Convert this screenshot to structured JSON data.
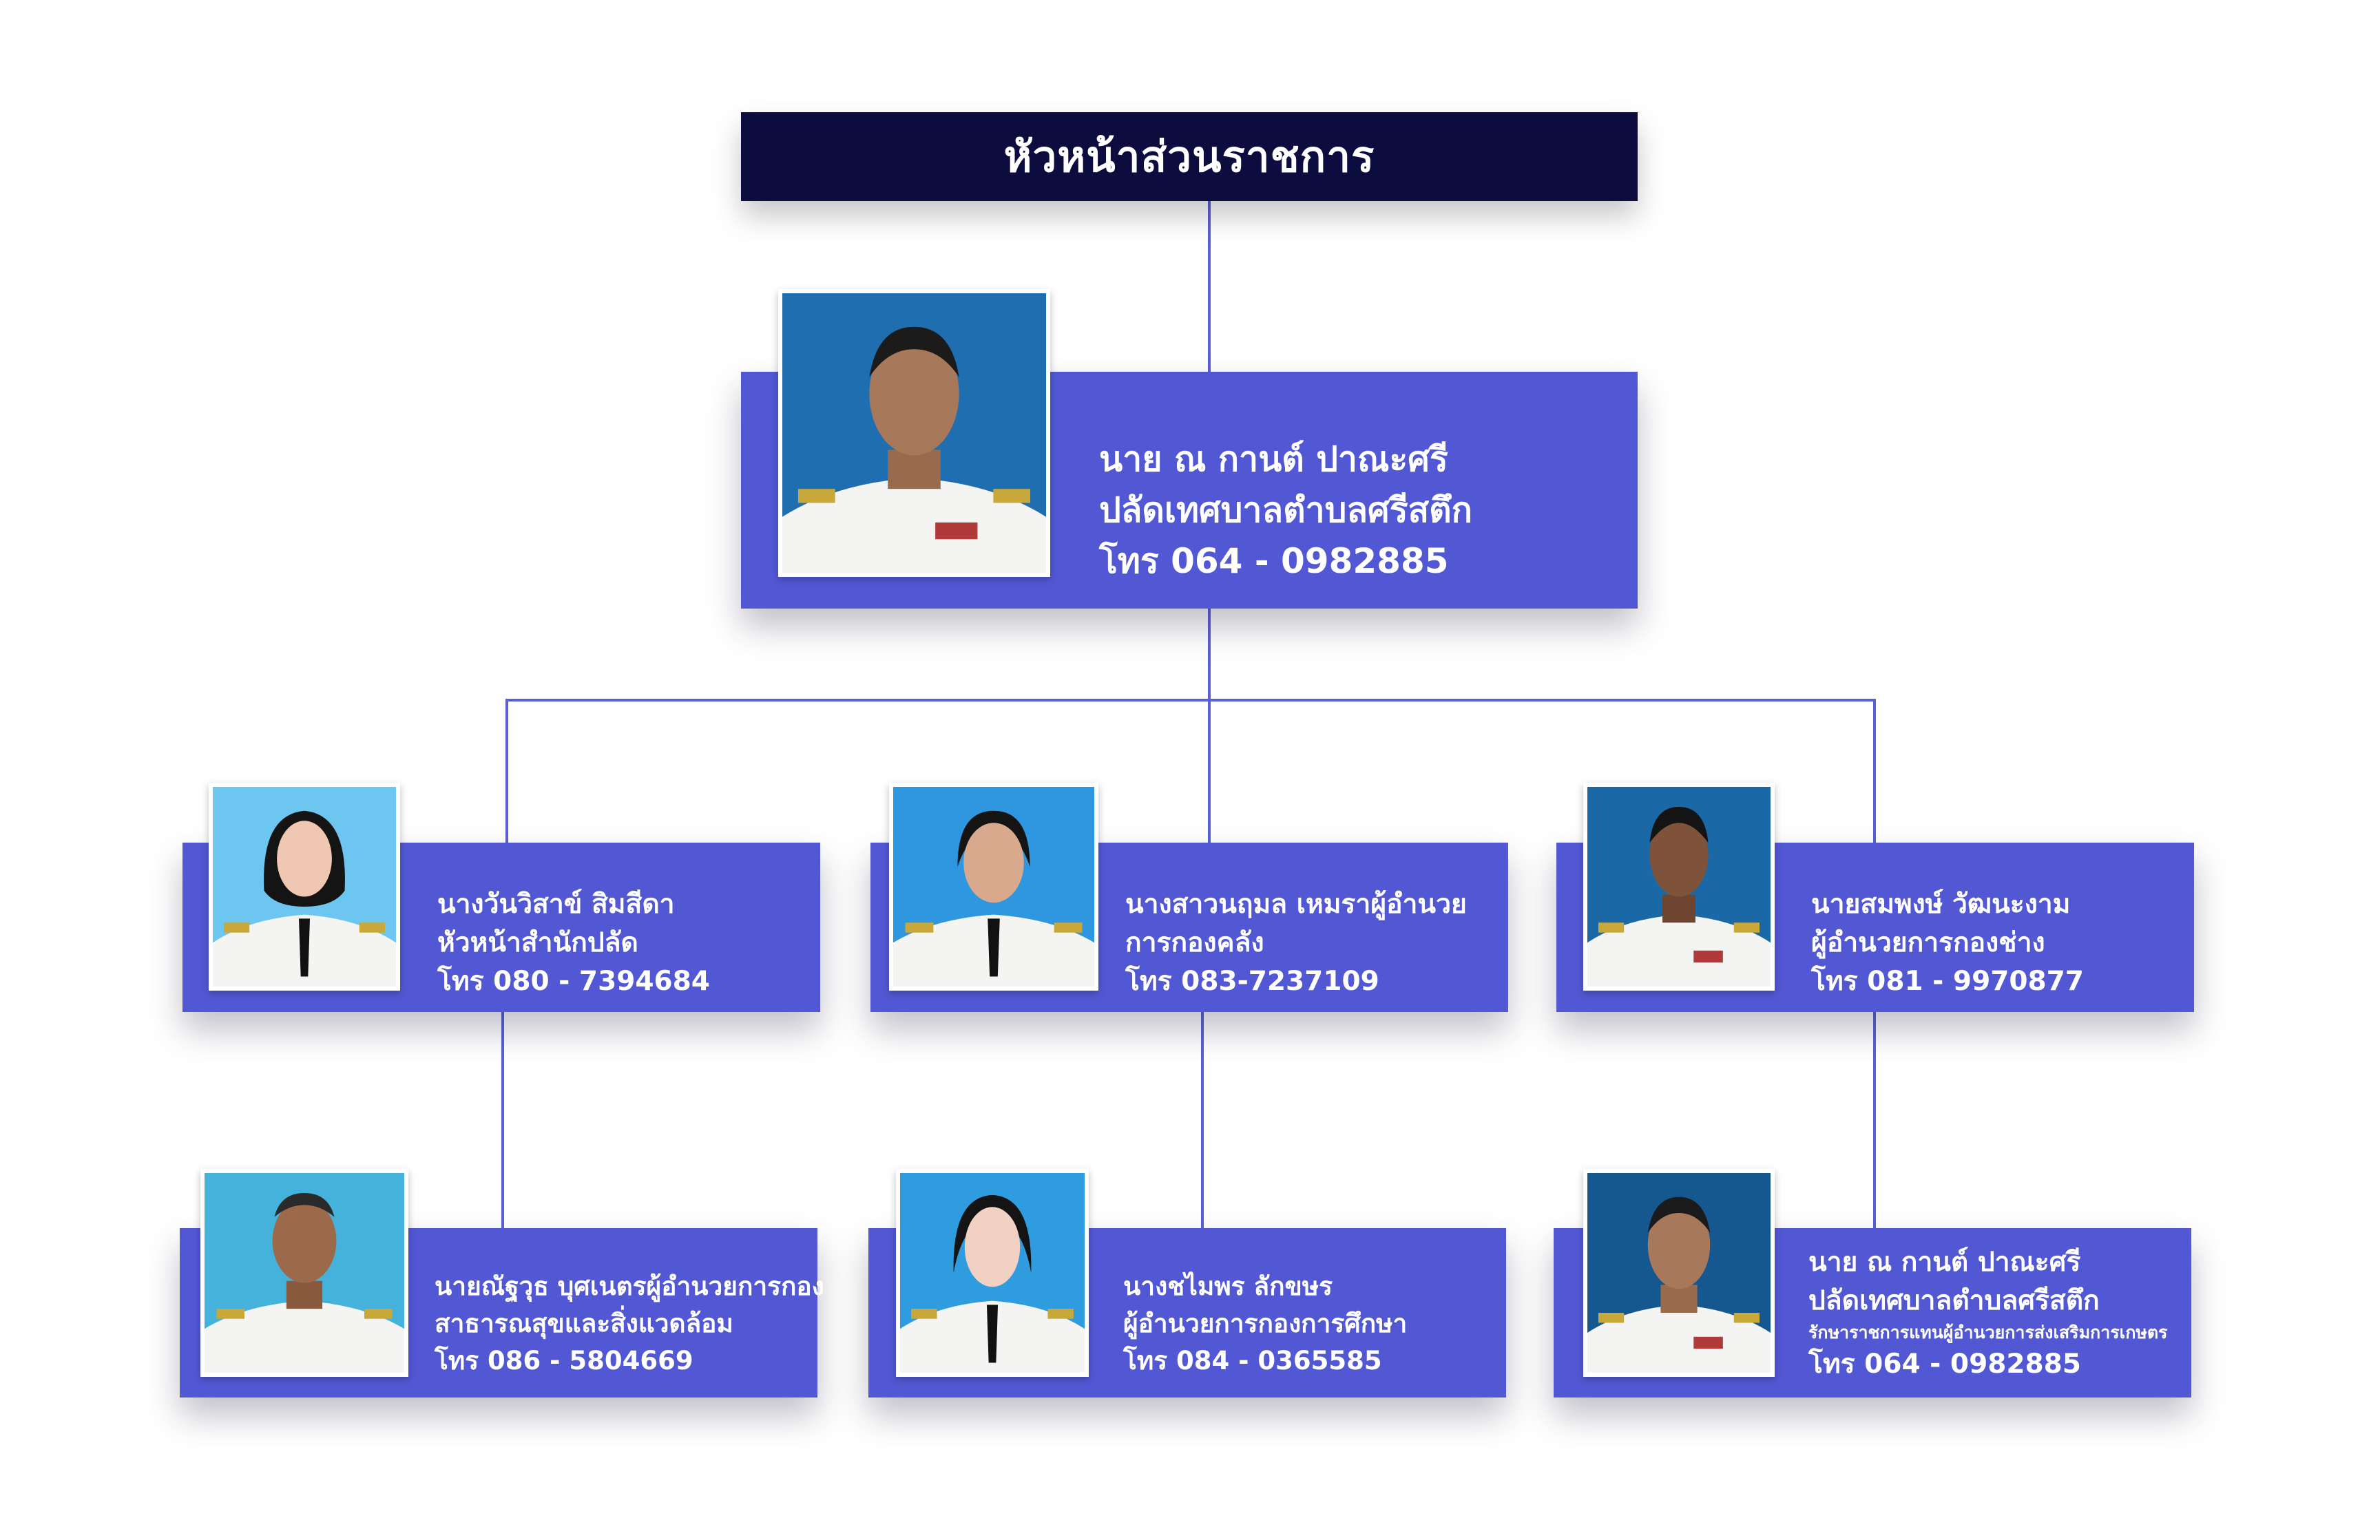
{
  "header": {
    "title": "หัวหน้าส่วนราชการ"
  },
  "top": {
    "name": "นาย ณ กานต์ ปาณะศรี",
    "position": "ปลัดเทศบาลตำบลศรีสตึก",
    "phone": "โทร 064 - 0982885"
  },
  "mid": [
    {
      "line1": "นางวันวิสาข์ สิมสีดา",
      "line2": "หัวหน้าสำนักปลัด",
      "phone": "โทร 080 - 7394684"
    },
    {
      "line1": "นางสาวนฤมล เหมราผู้อำนวย",
      "line2": "การกองคลัง",
      "phone": "โทร 083-7237109"
    },
    {
      "line1": "นายสมพงษ์ วัฒนะงาม",
      "line2": "ผู้อำนวยการกองช่าง",
      "phone": "โทร 081 - 9970877"
    }
  ],
  "bottom": [
    {
      "line1": "นายณัฐวุธ บุศเนตรผู้อำนวยการกอง",
      "line2": "สาธารณสุขและสิ่งแวดล้อม",
      "phone": "โทร 086 - 5804669"
    },
    {
      "line1": "นางชไมพร ลักขษร",
      "line2": "ผู้อำนวยการกองการศึกษา",
      "phone": "โทร 084 - 0365585"
    },
    {
      "line1": "นาย ณ กานต์ ปาณะศรี",
      "line2": "ปลัดเทศบาลตำบลศรีสตึก",
      "line3": "รักษาราชการแทนผู้อำนวยการส่งเสริมการเกษตร",
      "phone": "โทร 064 - 0982885"
    }
  ],
  "colors": {
    "card": "#5258d4",
    "header": "#0c0c3e",
    "connector": "#5b5fd6"
  }
}
